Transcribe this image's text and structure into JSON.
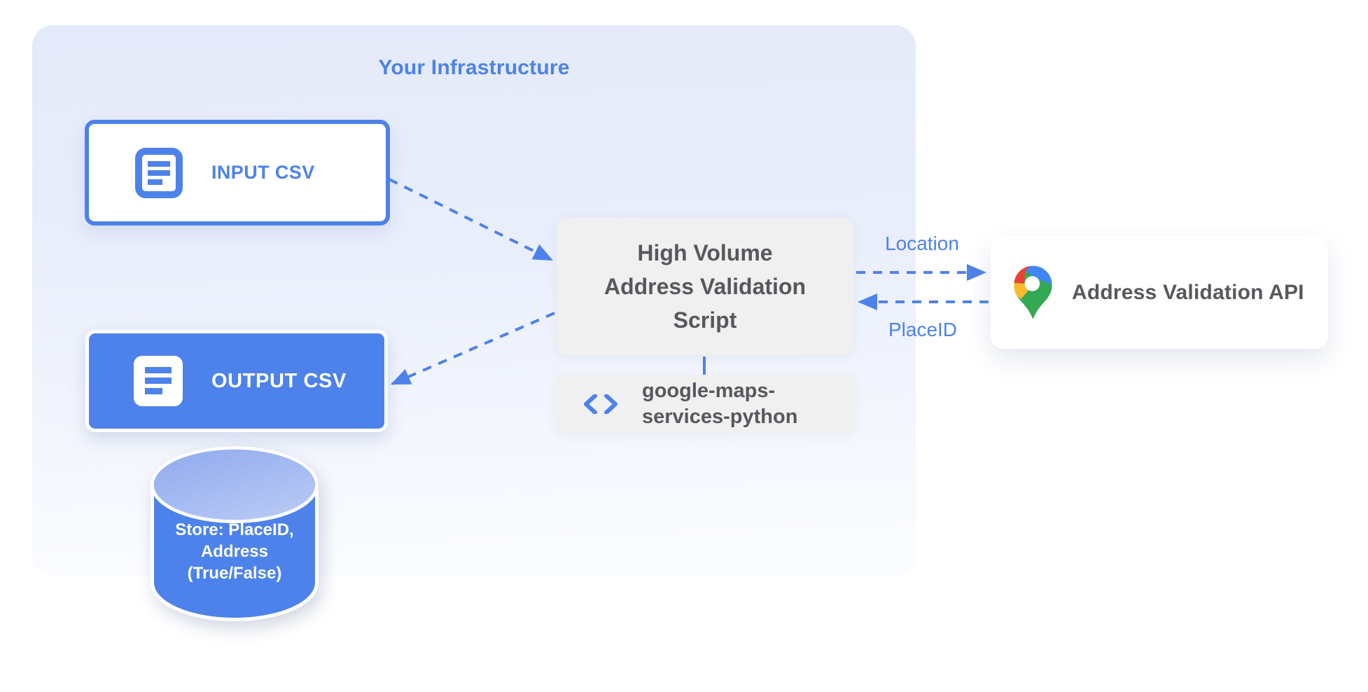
{
  "container": {
    "title": "Your Infrastructure"
  },
  "nodes": {
    "input_csv": {
      "label": "INPUT CSV",
      "icon": "csv-file-icon"
    },
    "output_csv": {
      "label": "OUTPUT CSV",
      "icon": "csv-file-icon"
    },
    "datastore": {
      "shape": "database-cylinder",
      "label_line1": "Store: PlaceID,",
      "label_line2": "Address",
      "label_line3": "(True/False)"
    },
    "script": {
      "label_line1": "High Volume",
      "label_line2": "Address Validation",
      "label_line3": "Script"
    },
    "library": {
      "icon": "code-icon",
      "label_line1": "google-maps-",
      "label_line2": "services-python"
    },
    "api": {
      "icon": "google-maps-pin-icon",
      "label": "Address Validation API"
    }
  },
  "edges": {
    "script_to_api_label": "Location",
    "api_to_script_label": "PlaceID"
  },
  "colors": {
    "accent": "#4d82ea",
    "gray_box_bg": "#f0f0f1",
    "dark_text": "#56585c",
    "container_top": "#e5eafa",
    "container_bottom": "#fbfcff",
    "pin_red": "#EA4335",
    "pin_blue": "#4285F4",
    "pin_yellow": "#F9BB2D",
    "pin_green": "#34A853"
  }
}
